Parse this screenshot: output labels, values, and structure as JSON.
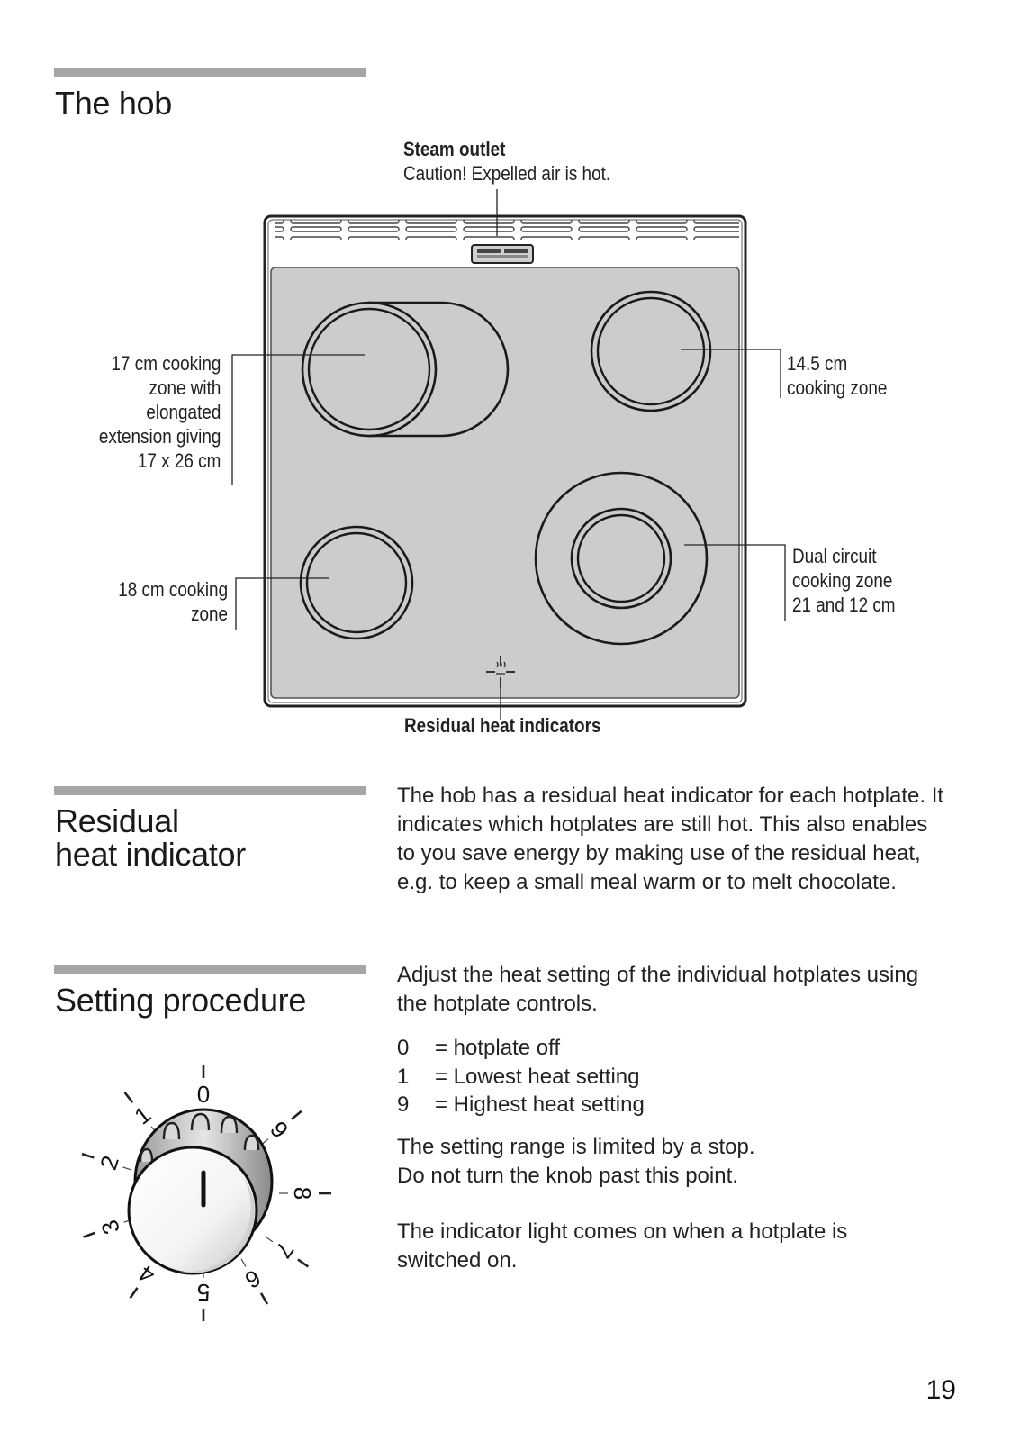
{
  "hob": {
    "title": "The hob",
    "steam_outlet": {
      "title": "Steam outlet",
      "caution": "Caution! Expelled air is hot."
    },
    "zone_elongated": [
      "17 cm cooking",
      "zone with",
      "elongated",
      "extension giving",
      "17 x 26 cm"
    ],
    "zone_18": [
      "18 cm cooking",
      "zone"
    ],
    "zone_145": [
      "14.5 cm",
      "cooking zone"
    ],
    "zone_dual": [
      "Dual circuit",
      "cooking zone",
      "21 and 12 cm"
    ],
    "residual_label": "Residual heat indicators"
  },
  "residual": {
    "title_line1": "Residual",
    "title_line2": "heat indicator",
    "text": "The hob has a residual heat indicator for each hotplate. It indicates which hotplates are still hot. This also enables to you save energy by making use of the residual heat, e.g. to keep a small meal warm or to melt chocolate."
  },
  "setting": {
    "title": "Setting procedure",
    "intro": "Adjust the heat setting of the individual hotplates using the hotplate controls.",
    "legend": [
      {
        "key": "0",
        "desc": "= hotplate off"
      },
      {
        "key": "1",
        "desc": "= Lowest heat setting"
      },
      {
        "key": "9",
        "desc": "= Highest heat setting"
      }
    ],
    "range_line1": "The setting range is limited by a stop.",
    "range_line2": "Do not turn the knob past this point.",
    "indicator": "The indicator light comes on when a hotplate is switched on.",
    "knob_numbers": [
      "0",
      "1",
      "2",
      "3",
      "4",
      "5",
      "6",
      "7",
      "8",
      "9"
    ]
  },
  "page_number": "19"
}
